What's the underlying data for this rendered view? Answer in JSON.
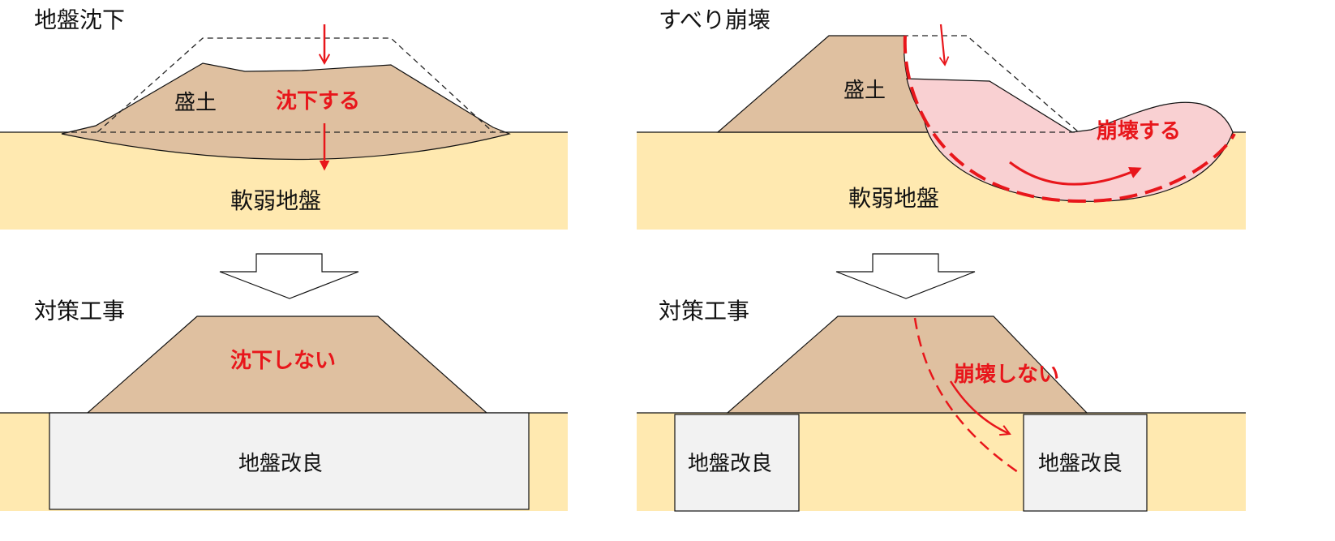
{
  "panels": {
    "settlement": {
      "title": "地盤沈下",
      "embankment_label": "盛土",
      "effect_label": "沈下する",
      "ground_label": "軟弱地盤"
    },
    "slip_failure": {
      "title": "すべり崩壊",
      "embankment_label": "盛土",
      "effect_label": "崩壊する",
      "ground_label": "軟弱地盤"
    },
    "settlement_countermeasure": {
      "title": "対策工事",
      "effect_label": "沈下しない",
      "improvement_label": "地盤改良"
    },
    "slip_countermeasure": {
      "title": "対策工事",
      "effect_label": "崩壊しない",
      "improvement_left_label": "地盤改良",
      "improvement_right_label": "地盤改良"
    }
  },
  "colors": {
    "soft_ground": "#FFE9B0",
    "embankment": "#DFC0A0",
    "collapse": "#F9D0D2",
    "improved_ground": "#F2F2F2",
    "accent_red": "#E8161B"
  }
}
